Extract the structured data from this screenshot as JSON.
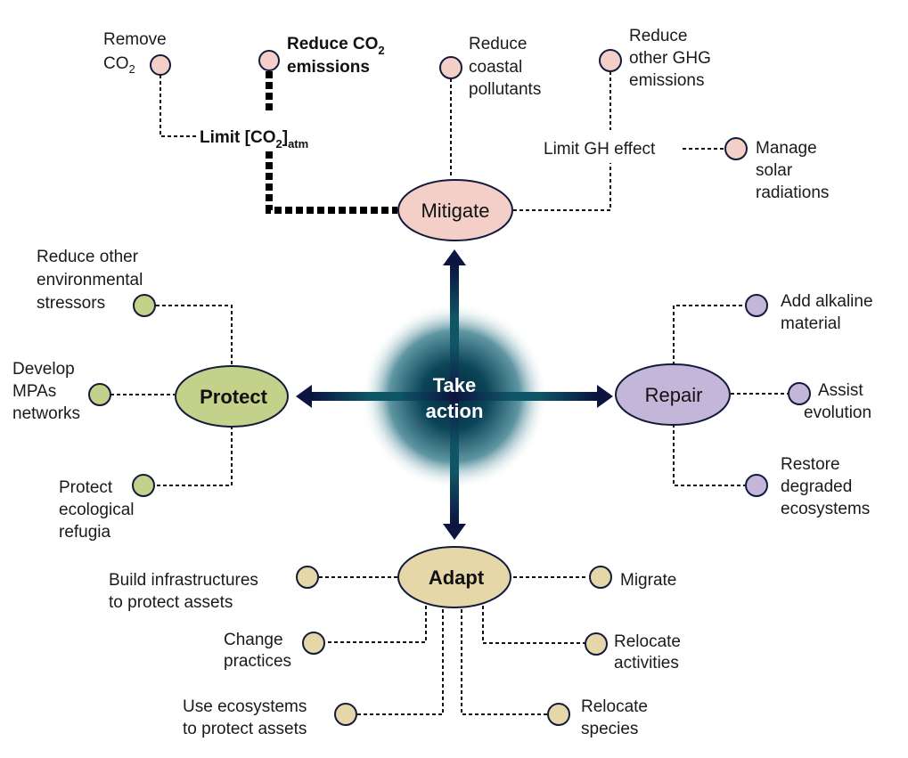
{
  "title": "Take action",
  "colors": {
    "mitigate": "#f4cfc8",
    "protect": "#c3d18a",
    "repair": "#c4b6d8",
    "adapt": "#e6d7a8",
    "arrow": "#0c1440",
    "center_glow": "#0c4a5c",
    "outline": "#141a3c"
  },
  "center": {
    "label_line1": "Take",
    "label_line2": "action"
  },
  "hubs": {
    "mitigate": {
      "label": "Mitigate"
    },
    "protect": {
      "label": "Protect"
    },
    "repair": {
      "label": "Repair"
    },
    "adapt": {
      "label": "Adapt"
    }
  },
  "mitigate": {
    "intermediate": {
      "limit_co2": {
        "prefix": "Limit [CO",
        "sub": "2",
        "suffix": "]",
        "sub2": "atm"
      },
      "limit_gh": "Limit GH effect"
    },
    "actions": [
      {
        "lines": [
          "Remove",
          "CO"
        ],
        "sub": "2"
      },
      {
        "lines": [
          "Reduce CO",
          "emissions"
        ],
        "sub": "2",
        "bold": true
      },
      {
        "lines": [
          "Reduce",
          "coastal",
          "pollutants"
        ]
      },
      {
        "lines": [
          "Reduce",
          "other GHG",
          "emissions"
        ]
      },
      {
        "lines": [
          "Manage",
          "solar",
          "radiations"
        ]
      }
    ]
  },
  "protect": {
    "actions": [
      {
        "lines": [
          "Reduce other",
          "environmental",
          "stressors"
        ]
      },
      {
        "lines": [
          "Develop",
          "MPAs",
          "networks"
        ]
      },
      {
        "lines": [
          "Protect",
          "ecological",
          "refugia"
        ]
      }
    ]
  },
  "repair": {
    "actions": [
      {
        "lines": [
          "Add alkaline",
          "material"
        ]
      },
      {
        "lines": [
          "Assist",
          "evolution"
        ]
      },
      {
        "lines": [
          "Restore",
          "degraded",
          "ecosystems"
        ]
      }
    ]
  },
  "adapt": {
    "actions": [
      {
        "lines": [
          "Build infrastructures",
          "to protect assets"
        ]
      },
      {
        "lines": [
          "Change",
          "practices"
        ]
      },
      {
        "lines": [
          "Use ecosystems",
          "to protect assets"
        ]
      },
      {
        "lines": [
          "Migrate"
        ]
      },
      {
        "lines": [
          "Relocate",
          "activities"
        ]
      },
      {
        "lines": [
          "Relocate",
          "species"
        ]
      }
    ]
  }
}
